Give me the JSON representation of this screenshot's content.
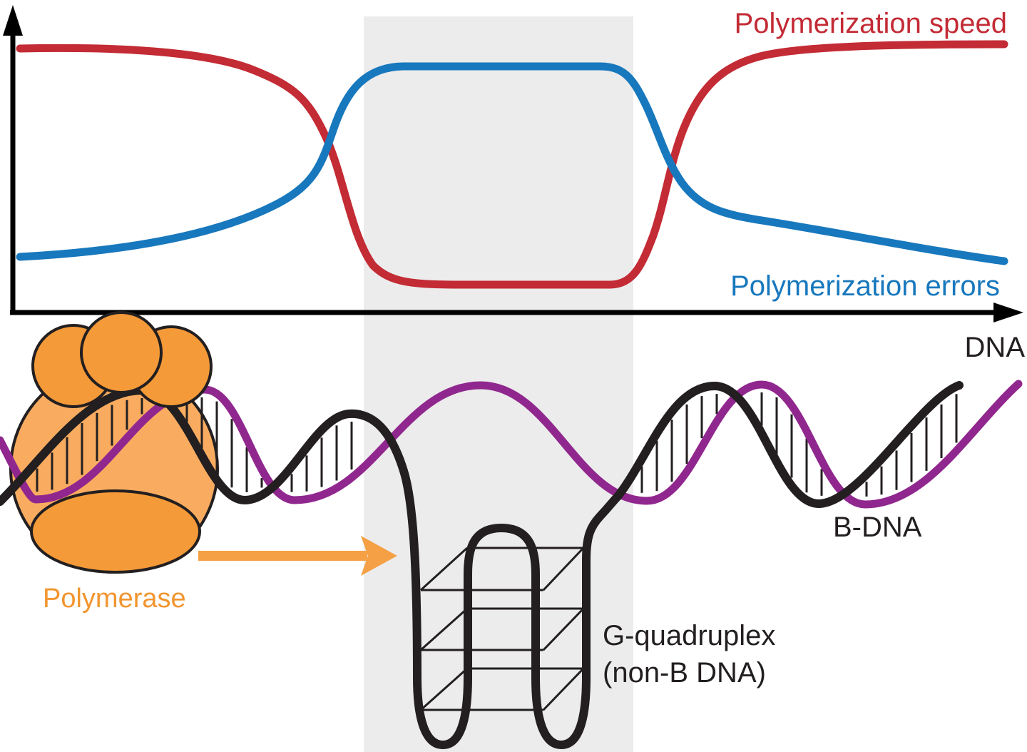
{
  "chart": {
    "speed_label": "Polymerization speed",
    "errors_label": "Polymerization errors",
    "axis_label": "DNA"
  },
  "figure": {
    "polymerase_label": "Polymerase",
    "bdna_label": "B-DNA",
    "gquad_label_line1": "G-quadruplex",
    "gquad_label_line2": "(non-B DNA)"
  },
  "colors": {
    "speed_red": "#c32b35",
    "errors_blue": "#1878bd",
    "strand_black": "#231f20",
    "strand_purple": "#90278e",
    "orange_text": "#f2952f",
    "orange_arrow": "#f5a044",
    "orange_light": "#f9ac60",
    "orange_dark": "#f59a38",
    "highlight_band": "#ececec"
  },
  "chart_data": {
    "type": "line",
    "title": "",
    "xlabel": "DNA",
    "ylabel": "",
    "x_axis_numeric": false,
    "grid": false,
    "legend_position": "inline-labels",
    "highlight_region_x_percent": [
      35,
      62
    ],
    "highlight_region_meaning": "non-B DNA (G-quadruplex) region",
    "series": [
      {
        "name": "Polymerization speed",
        "color": "#c32b35",
        "x_percent": [
          0,
          15,
          24,
          30,
          33,
          36,
          40,
          50,
          60,
          63,
          66,
          69,
          74,
          80,
          100
        ],
        "y_normalized": [
          0.93,
          0.92,
          0.88,
          0.72,
          0.5,
          0.2,
          0.09,
          0.08,
          0.08,
          0.18,
          0.5,
          0.78,
          0.92,
          0.94,
          0.95
        ]
      },
      {
        "name": "Polymerization errors",
        "color": "#1878bd",
        "x_percent": [
          0,
          15,
          24,
          29,
          32,
          35,
          39,
          50,
          59,
          62,
          65,
          68,
          73,
          80,
          100
        ],
        "y_normalized": [
          0.2,
          0.23,
          0.34,
          0.52,
          0.72,
          0.85,
          0.9,
          0.9,
          0.9,
          0.82,
          0.65,
          0.48,
          0.38,
          0.31,
          0.17
        ]
      }
    ]
  }
}
